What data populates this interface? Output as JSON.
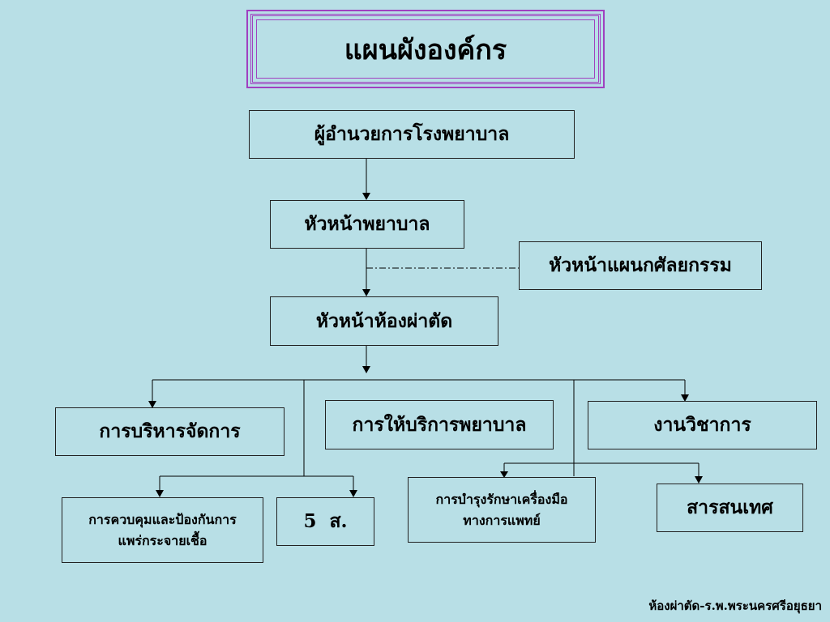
{
  "title": "แผนผังองค์กร",
  "nodes": {
    "director": "ผู้อำนวยการโรงพยาบาล",
    "head_nurse": "หัวหน้าพยาบาล",
    "head_surgery_dept": "หัวหน้าแผนกศัลยกรรม",
    "head_or": "หัวหน้าห้องผ่าตัด",
    "management": "การบริหารจัดการ",
    "nursing_service": "การให้บริการพยาบาล",
    "academic": "งานวิชาการ",
    "infection_control": [
      "การควบคุมและป้องกันการ",
      "แพร่กระจายเชื้อ"
    ],
    "five_s": "5  ส.",
    "equipment": [
      "การบำรุงรักษาเครื่องมือ",
      "ทางการแพทย์"
    ],
    "information": "สารสนเทศ"
  },
  "footer": "ห้องผ่าตัด-ร.พ.พระนครศรีอยุธยา"
}
